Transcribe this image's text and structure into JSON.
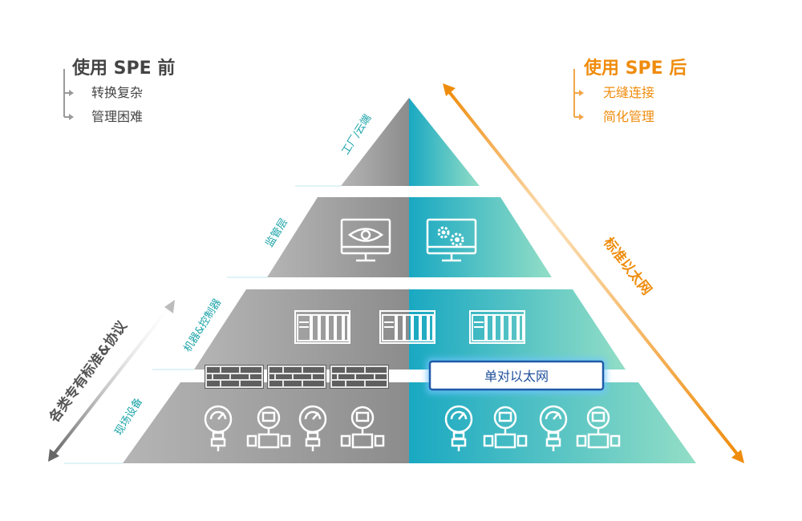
{
  "before": {
    "title": "使用 SPE 前",
    "items": [
      "转换复杂",
      "管理困难"
    ],
    "color": "#444444"
  },
  "after": {
    "title": "使用 SPE 后",
    "items": [
      "无缝连接",
      "简化管理"
    ],
    "color": "#ef8c0d"
  },
  "tiers": [
    "工厂/云端",
    "监管层",
    "机器&控制器",
    "现场设备"
  ],
  "left_axis_label": "各类专有标准&协议",
  "right_axis_label": "标准以太网",
  "ethernet_box_label": "单对以太网",
  "colors": {
    "gray_dark": "#8e8e8e",
    "gray_light": "#b4b4b4",
    "teal_dark": "#1aa9bf",
    "teal_light": "#8fdcc6",
    "tier_label": "#1aa3a8",
    "ethernet_border": "#1f5aa8",
    "ethernet_text": "#1f4f9a"
  },
  "icons": [
    "eye-monitor-icon",
    "gears-monitor-icon",
    "plc-rack-icon",
    "brick-firewall-icon",
    "pressure-gauge-icon",
    "flow-meter-icon"
  ]
}
